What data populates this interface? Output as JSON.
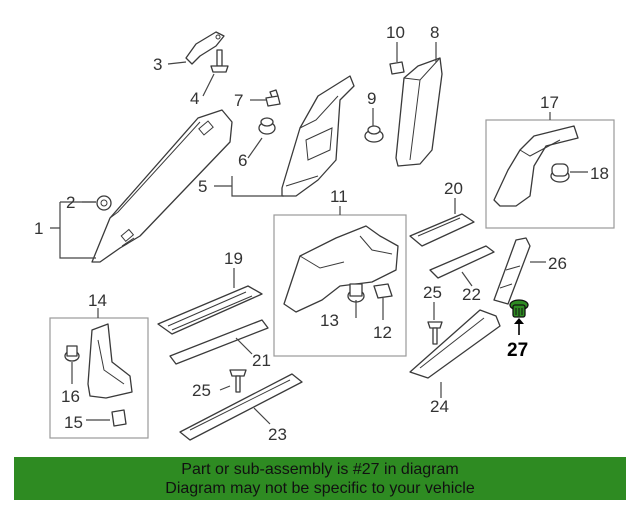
{
  "callouts": {
    "c1": "1",
    "c2": "2",
    "c3": "3",
    "c4": "4",
    "c5": "5",
    "c6": "6",
    "c7": "7",
    "c8": "8",
    "c9": "9",
    "c10": "10",
    "c11": "11",
    "c12": "12",
    "c13": "13",
    "c14": "14",
    "c15": "15",
    "c16": "16",
    "c17": "17",
    "c18": "18",
    "c19": "19",
    "c20": "20",
    "c21": "21",
    "c22": "22",
    "c23": "23",
    "c24": "24",
    "c25a": "25",
    "c25b": "25",
    "c26": "26",
    "c27": "27"
  },
  "highlight_color": "#2e8b22",
  "banner": {
    "line1": "Part or sub-assembly is #27 in diagram",
    "line2": "Diagram may not be specific to your vehicle"
  }
}
